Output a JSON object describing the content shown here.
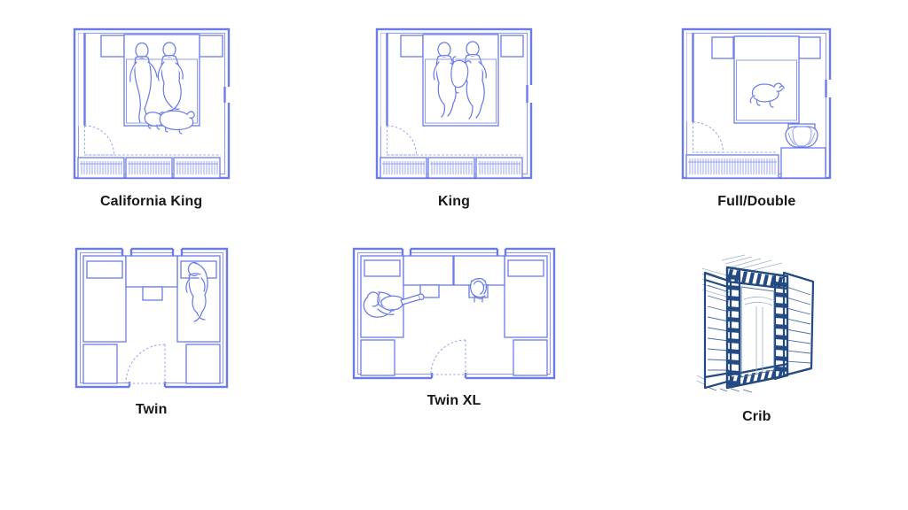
{
  "page": {
    "title": "Bed Size Room Floor Plans",
    "background_color": "#ffffff",
    "line_color": "#6b7ce8",
    "label_color": "#181818",
    "crib_ink_color": "#234a82"
  },
  "items": [
    {
      "id": "california-king",
      "label": "California King",
      "illustration": "floor-plan-top-view",
      "room_shape": "square",
      "contents": [
        "bed",
        "two-nightstands",
        "two-pillows",
        "closet-with-hangers",
        "door-with-swing-arc",
        "two-people-on-bed",
        "two-pets-on-bed"
      ]
    },
    {
      "id": "king",
      "label": "King",
      "illustration": "floor-plan-top-view",
      "room_shape": "square",
      "contents": [
        "bed",
        "two-nightstands",
        "two-pillows",
        "closet-with-hangers",
        "door-with-swing-arc",
        "two-people-on-bed",
        "one-pet-on-bed"
      ]
    },
    {
      "id": "full-double",
      "label": "Full/Double",
      "illustration": "floor-plan-top-view",
      "room_shape": "square",
      "contents": [
        "bed",
        "two-nightstands",
        "two-pillows",
        "closet-with-hangers",
        "door-with-swing-arc",
        "one-pet-on-bed",
        "armchair"
      ]
    },
    {
      "id": "twin",
      "label": "Twin",
      "illustration": "floor-plan-top-view",
      "room_shape": "square",
      "contents": [
        "two-twin-beds",
        "desk",
        "chair",
        "two-dressers",
        "door-with-swing-arc",
        "one-person-on-bed"
      ]
    },
    {
      "id": "twin-xl",
      "label": "Twin XL",
      "illustration": "floor-plan-top-view",
      "room_shape": "wide-rectangle",
      "contents": [
        "two-twin-xl-beds",
        "two-desks",
        "two-chairs",
        "two-dressers",
        "door-with-swing-arc",
        "person-with-guitar-on-bed",
        "person-seated-at-desk"
      ]
    },
    {
      "id": "crib",
      "label": "Crib",
      "illustration": "sketch-perspective-view",
      "room_shape": "none",
      "contents": [
        "crib-with-slatted-rails",
        "mattress"
      ]
    }
  ]
}
